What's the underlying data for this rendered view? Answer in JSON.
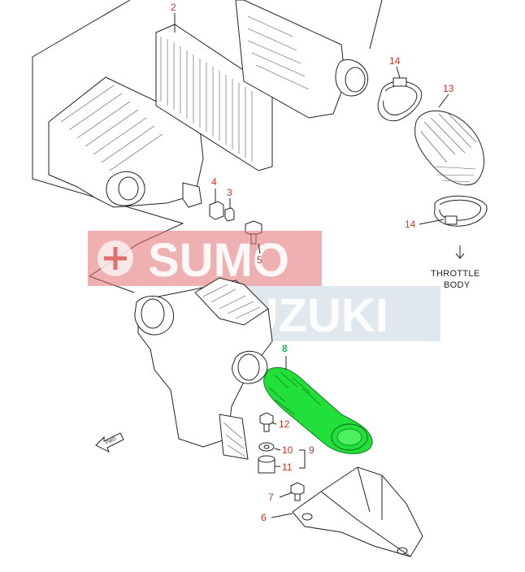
{
  "callouts": {
    "c2": "2",
    "c14a": "14",
    "c13": "13",
    "c4": "4",
    "c3": "3",
    "c14b": "14",
    "c5": "5",
    "c8": "8",
    "c12": "12",
    "c10": "10",
    "c9": "9",
    "c11": "11",
    "c7": "7",
    "c6": "6"
  },
  "throttle_note": {
    "line1": "THROTTLE",
    "line2": "BODY"
  },
  "watermark": {
    "line1": "SUMO",
    "line2": "SUZUKI"
  },
  "fwd_label": "FWD",
  "colors": {
    "callout": "#c0392b",
    "highlight": "#22e03a",
    "highlight_label": "#22b14c",
    "watermark_red": "#e07070",
    "watermark_blue": "#c9d4e0"
  }
}
